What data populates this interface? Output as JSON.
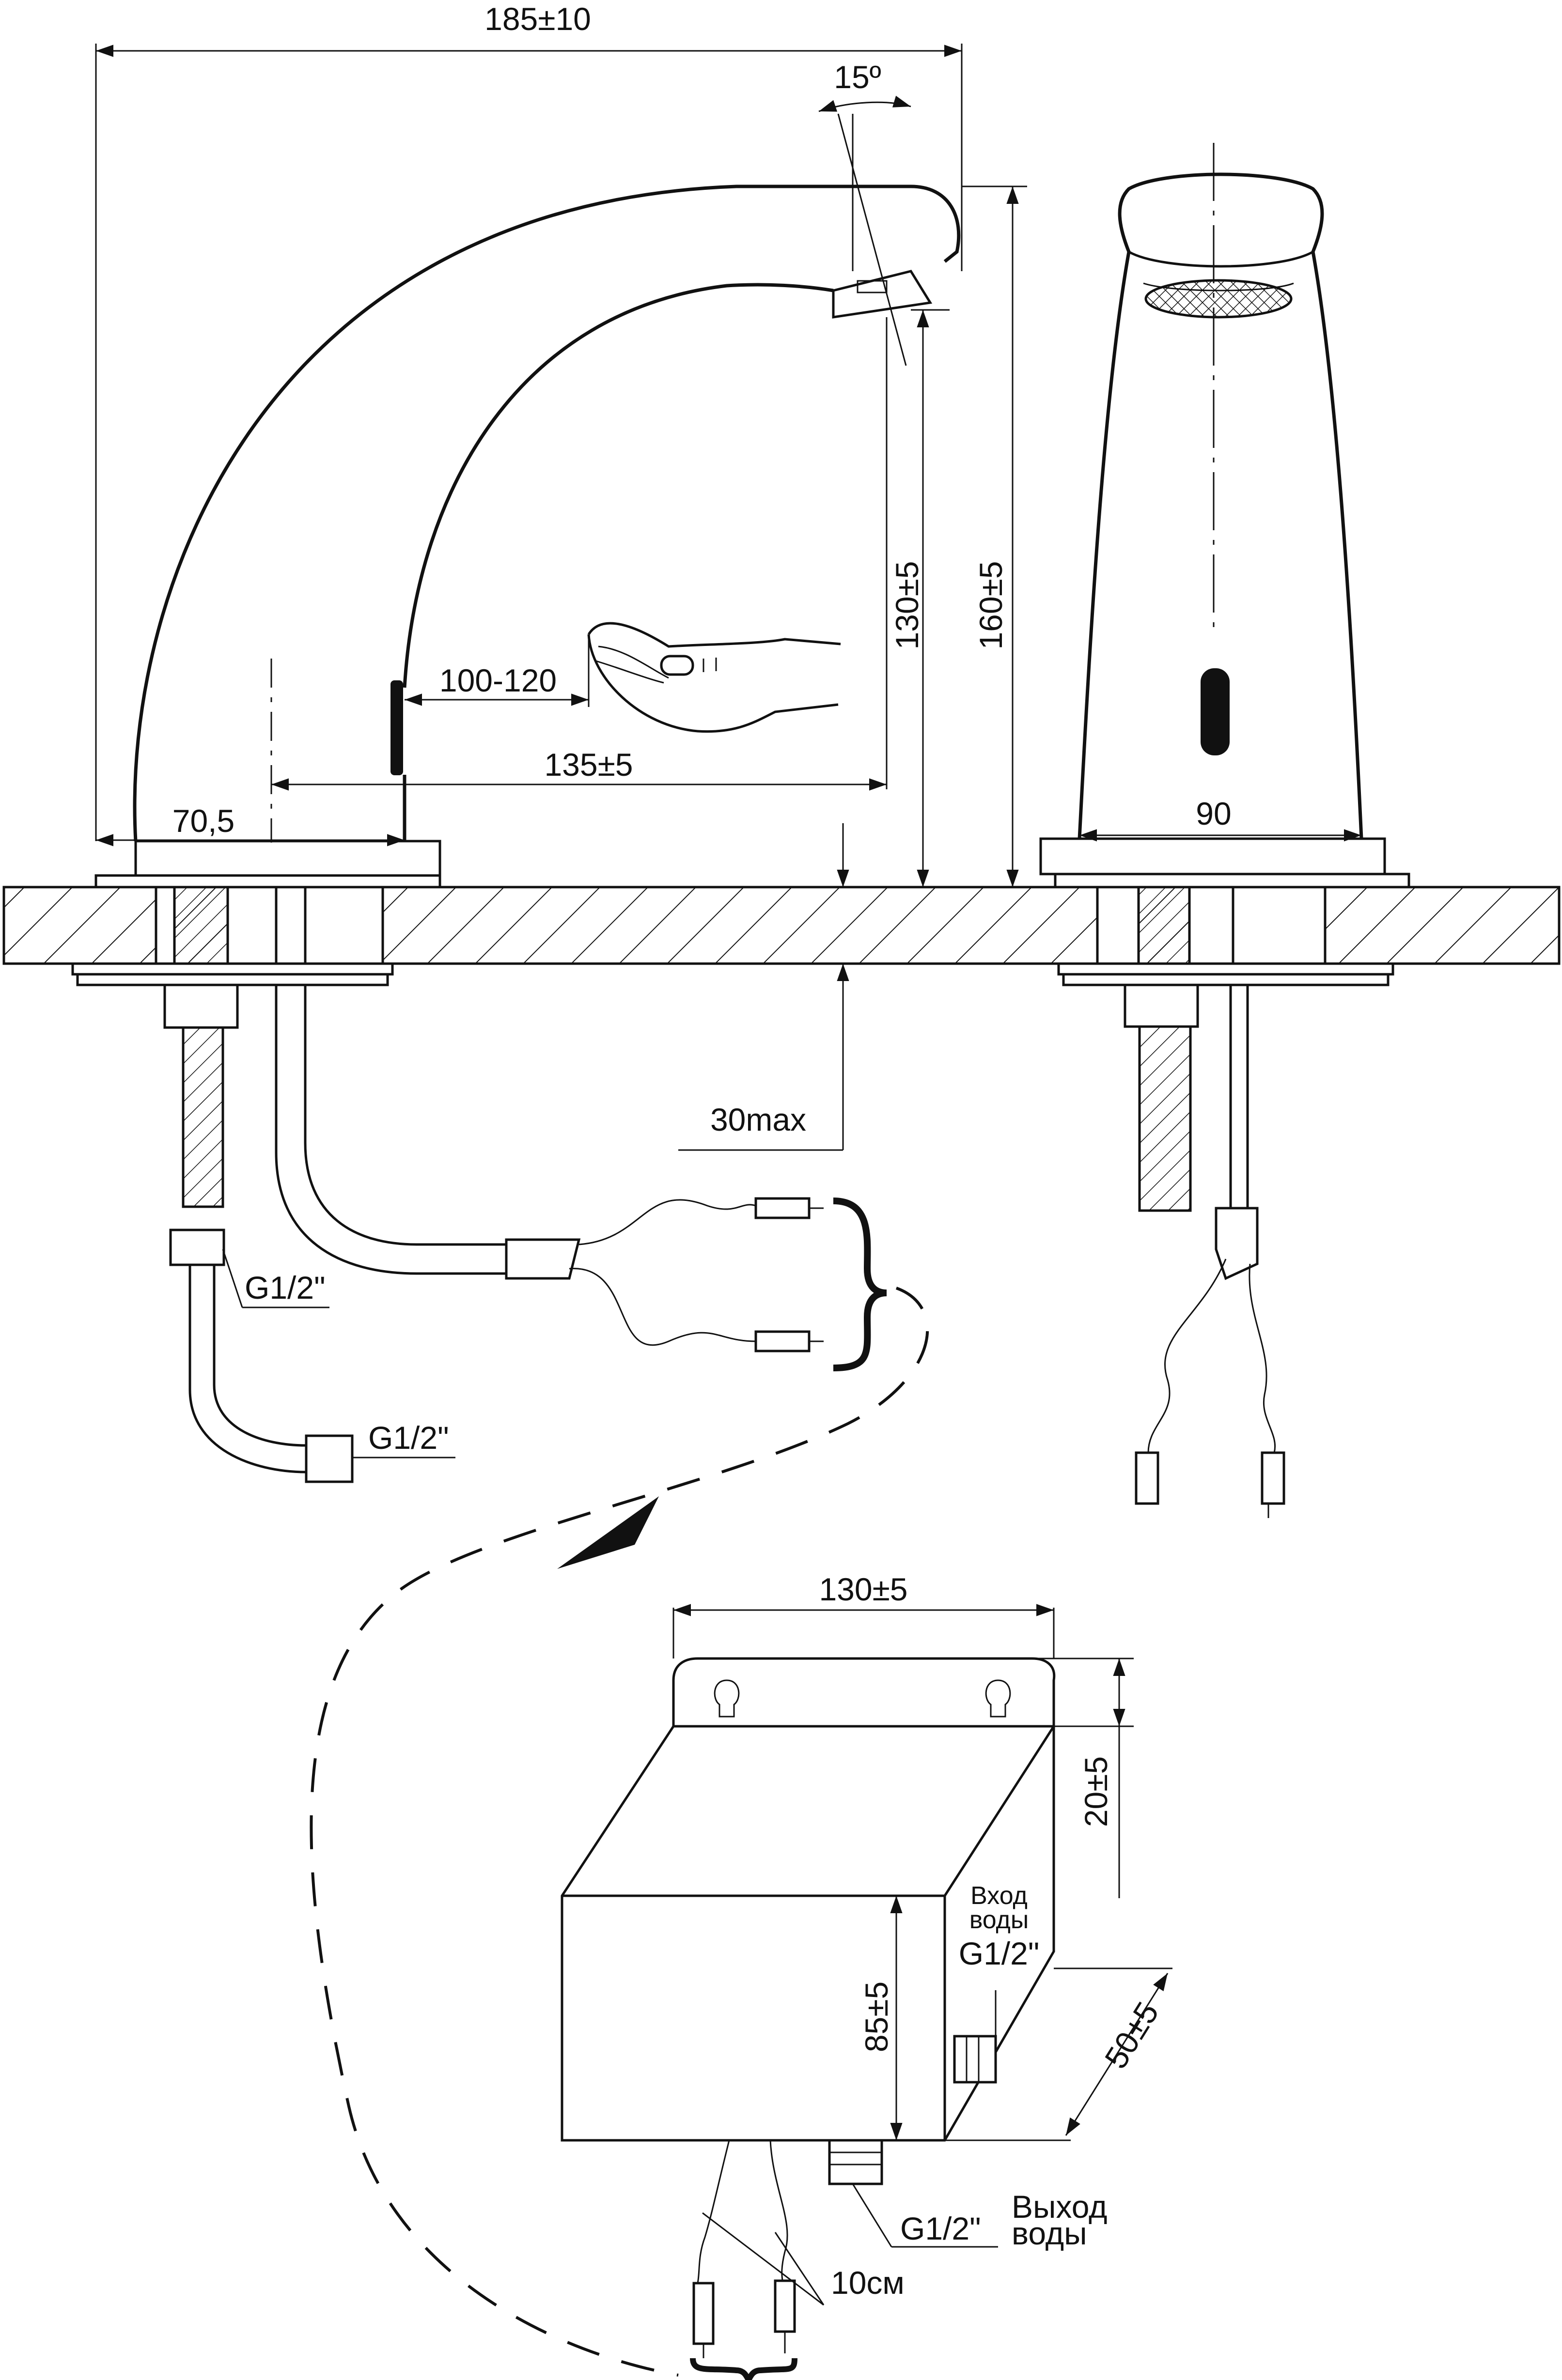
{
  "dimensions": {
    "overall_reach": "185±10",
    "spout_angle": "15º",
    "sensor_distance": "100-120",
    "spout_reach": "135±5",
    "outlet_height": "130±5",
    "total_height": "160±5",
    "base_offset": "70,5",
    "base_width": "90",
    "countertop_thickness": "30max"
  },
  "fittings": {
    "supply_nut_thread": "G1/2\"",
    "hose_end_thread": "G1/2\""
  },
  "control_box": {
    "width": "130±5",
    "mount_tab_height": "20±5",
    "height": "85±5",
    "depth": "50±5",
    "water_inlet_label_line1": "Вход",
    "water_inlet_label_line2": "воды",
    "water_inlet_thread": "G1/2\"",
    "water_outlet_thread": "G1/2\"",
    "water_outlet_label_line1": "Выход",
    "water_outlet_label_line2": "воды",
    "cable_length": "10см"
  }
}
